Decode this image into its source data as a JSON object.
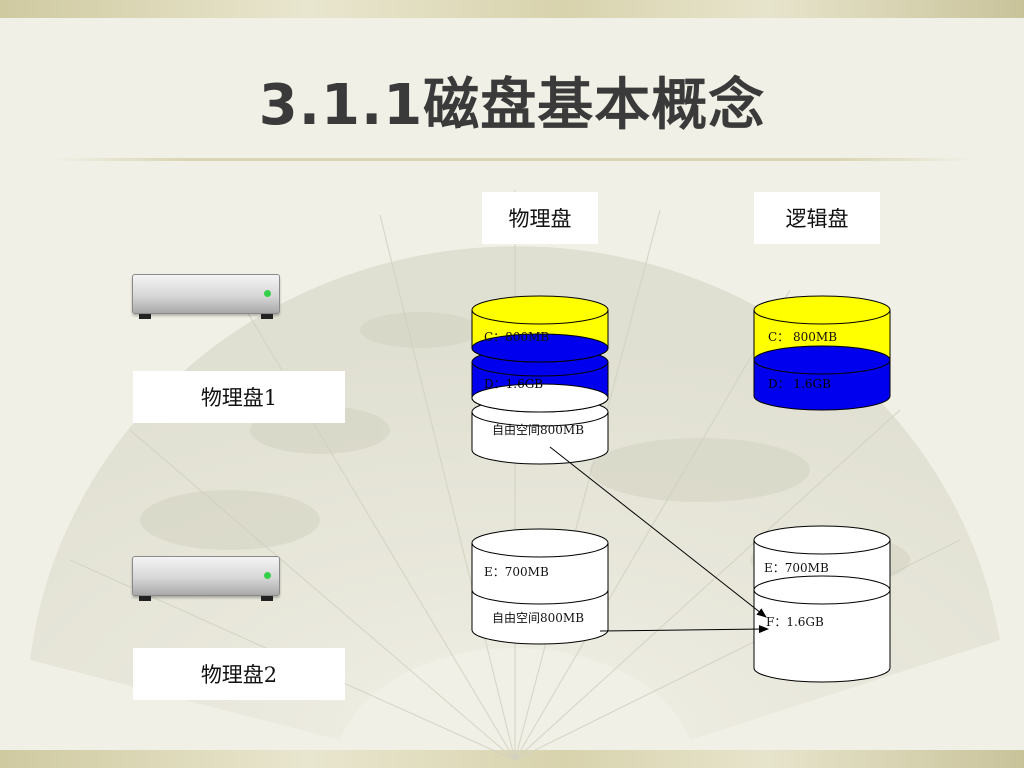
{
  "title": "3.1.1磁盘基本概念",
  "headers": {
    "physical": "物理盘",
    "logical": "逻辑盘"
  },
  "disks": [
    {
      "label": "物理盘1",
      "icon": "hard-drive-icon"
    },
    {
      "label": "物理盘2",
      "icon": "hard-drive-icon"
    }
  ],
  "physical_disk1": {
    "c": "C：800MB",
    "d": "D：1.6GB",
    "free": "自由空间800MB"
  },
  "physical_disk2": {
    "e": "E：700MB",
    "free": "自由空间800MB"
  },
  "logical_disk1": {
    "c": "C： 800MB",
    "d": "D： 1.6GB"
  },
  "logical_disk2": {
    "e": "E：700MB",
    "f": "F：1.6GB"
  },
  "colors": {
    "partition_c": "#ffff00",
    "partition_d": "#0000ee",
    "free": "#ffffff"
  }
}
